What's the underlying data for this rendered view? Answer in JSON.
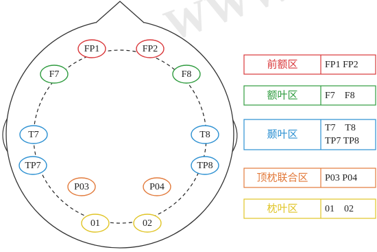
{
  "electrodes": [
    {
      "id": "FP1",
      "label": "FP1",
      "color": "#d9373a"
    },
    {
      "id": "FP2",
      "label": "FP2",
      "color": "#d9373a"
    },
    {
      "id": "F7",
      "label": "F7",
      "color": "#2e9b3e"
    },
    {
      "id": "F8",
      "label": "F8",
      "color": "#2e9b3e"
    },
    {
      "id": "T7",
      "label": "T7",
      "color": "#2a8fd1"
    },
    {
      "id": "T8",
      "label": "T8",
      "color": "#2a8fd1"
    },
    {
      "id": "TP7",
      "label": "TP7",
      "color": "#2a8fd1"
    },
    {
      "id": "TP8",
      "label": "TP8",
      "color": "#2a8fd1"
    },
    {
      "id": "P03",
      "label": "P03",
      "color": "#e27a3b"
    },
    {
      "id": "P04",
      "label": "P04",
      "color": "#e27a3b"
    },
    {
      "id": "O1",
      "label": "01",
      "color": "#e0c426"
    },
    {
      "id": "O2",
      "label": "02",
      "color": "#e0c426"
    }
  ],
  "legend": [
    {
      "region": "前额区",
      "channels": [
        "FP1 FP2"
      ],
      "color": "#d9373a"
    },
    {
      "region": "额叶区",
      "channels": [
        "F7    F8"
      ],
      "color": "#2e9b3e"
    },
    {
      "region": "颞叶区",
      "channels": [
        "T7    T8",
        "TP7 TP8"
      ],
      "color": "#2a8fd1"
    },
    {
      "region": "顶枕联合区",
      "channels": [
        "P03 P04"
      ],
      "color": "#e27a3b"
    },
    {
      "region": "枕叶区",
      "channels": [
        "01    02"
      ],
      "color": "#e0c426"
    }
  ]
}
